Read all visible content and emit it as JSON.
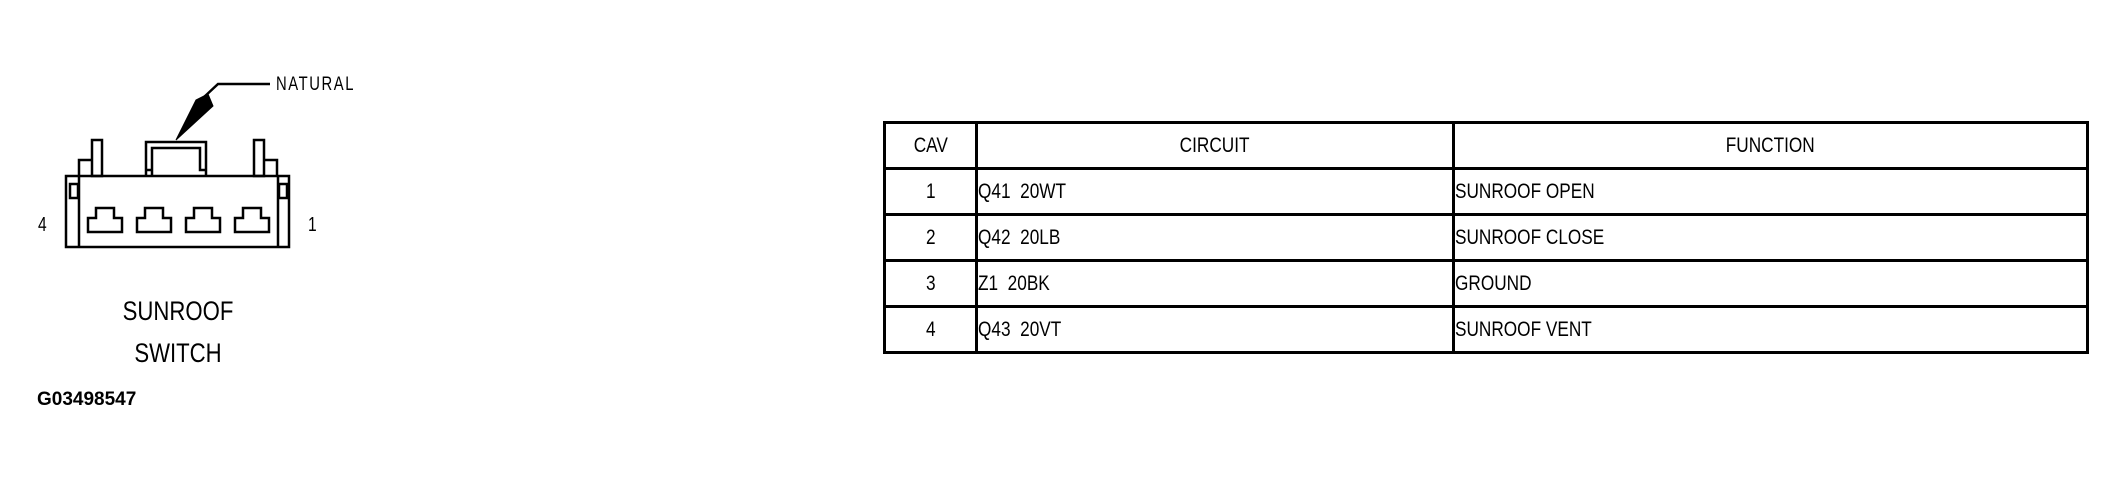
{
  "connector": {
    "callout_label": "NATURAL",
    "pin_left_label": "4",
    "pin_right_label": "1",
    "title_line1": "SUNROOF",
    "title_line2": "SWITCH",
    "cavity_count": 4
  },
  "figure_id": "G03498547",
  "table": {
    "headers": {
      "cav": "CAV",
      "circuit": "CIRCUIT",
      "function": "FUNCTION"
    },
    "rows": [
      {
        "cav": "1",
        "circuit": "Q41  20WT",
        "function": "SUNROOF OPEN"
      },
      {
        "cav": "2",
        "circuit": "Q42  20LB",
        "function": "SUNROOF CLOSE"
      },
      {
        "cav": "3",
        "circuit": "Z1  20BK",
        "function": "GROUND"
      },
      {
        "cav": "4",
        "circuit": "Q43  20VT",
        "function": "SUNROOF VENT"
      }
    ]
  }
}
